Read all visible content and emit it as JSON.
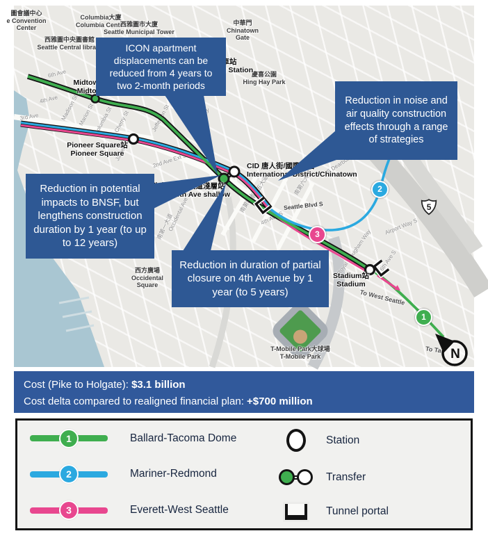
{
  "colors": {
    "callout_blue": "#2E5894",
    "banner_blue": "#31599B",
    "line_green": "#3FAE4F",
    "line_blue": "#2BA9E0",
    "line_pink": "#E8478F"
  },
  "map": {
    "callouts": {
      "icon_apartments": "ICON apartment displacements can be reduced from 4 years to two 2-month periods",
      "noise_air_quality": "Reduction in noise and air quality construction effects through a range of strategies",
      "bnsf_impacts": "Reduction in potential impacts to BNSF, but lengthens construction duration by 1 year (to up to 12 years)",
      "fourth_avenue_closure": "Reduction in duration of partial closure on 4th Avenue by 1 year (to 5 years)"
    },
    "places": {
      "convention_center": {
        "zh": "圖會議中心",
        "en1": "e Convention",
        "en2": "Center"
      },
      "columbia_center": {
        "zh": "Columbia大廈",
        "en": "Columbia Center"
      },
      "municipal_tower": {
        "zh": "西雅圖市大廈",
        "en": "Seattle Municipal Tower"
      },
      "central_library": {
        "zh": "西雅圖中央圖書館",
        "en": "Seattle Central library"
      },
      "chinatown_gate": {
        "zh": "中華門",
        "en1": "Chinatown",
        "en2": "Gate"
      },
      "hing_hay_park": {
        "zh": "慶喜公園",
        "en": "Hing Hay Park"
      },
      "union_station": {
        "zh": "車站",
        "en": "Union Station"
      },
      "midtown_station": {
        "zh": "Midtown站",
        "en": "Midtown"
      },
      "pioneer_square_station": {
        "zh": "Pioneer Square站",
        "en": "Pioneer Square"
      },
      "cid_station": {
        "zh": "CID 唐人街/國際區站",
        "en": "International District/Chinatown"
      },
      "refined_4th_ave": {
        "zh": "改良的第四大道淺層站",
        "en": "Refined 4th Ave shallow"
      },
      "stadium_station": {
        "zh": "Stadium站",
        "en": "Stadium"
      },
      "occidental_square": {
        "zh": "西方廣場",
        "en1": "Occidental",
        "en2": "Square"
      },
      "tmobile_park": {
        "zh": "T-Mobile Park大球場",
        "en": "T-Mobile Park"
      }
    },
    "streets": {
      "sixth_ave": "6th Ave",
      "fourth_ave": "4th Ave",
      "third_ave": "3rd Ave",
      "madison_st": "Madison St",
      "marion_st": "Marion St",
      "columbia_st": "Columbia St",
      "cherry_st": "Cherry St",
      "james_st": "James St",
      "jefferson_st": "Jefferson St",
      "yesler_way": "Yesler Way",
      "second_ave_ext": "2nd Ave Ext S",
      "occidental_ave": "Occidental Ave S",
      "first_ave_s_zh": "南第一大道",
      "fourth_ave_s_zh": "南第四大道",
      "fourth_ave_s": "4th Ave S",
      "fifth_ave_s_zh": "南第五大道",
      "sixth_ave_s_zh": "南第六大道",
      "seattle_blvd": "Seattle Blvd S",
      "airport_way": "Airport Way S",
      "dearborn_st": "S Dearborn St",
      "royal_brougham": "S Royal Brougham Way",
      "sixth_ave_s": "6th Ave S"
    },
    "directions": {
      "west_seattle": "To West Seattle",
      "tacoma": "To Ta"
    },
    "interstate_shield": "5",
    "north_label": "N"
  },
  "cost_banner": {
    "line1_label": "Cost (Pike to Holgate): ",
    "line1_value": "$3.1 billion",
    "line2_label": "Cost delta compared to realigned financial plan: ",
    "line2_value": "+$700 million"
  },
  "legend": {
    "lines": [
      {
        "number": "1",
        "label": "Ballard-Tacoma Dome",
        "color": "#3FAE4F"
      },
      {
        "number": "2",
        "label": "Mariner-Redmond",
        "color": "#2BA9E0"
      },
      {
        "number": "3",
        "label": "Everett-West Seattle",
        "color": "#E8478F"
      }
    ],
    "symbols": [
      {
        "name": "station",
        "label": "Station"
      },
      {
        "name": "transfer",
        "label": "Transfer"
      },
      {
        "name": "tunnel-portal",
        "label": "Tunnel portal"
      }
    ]
  }
}
